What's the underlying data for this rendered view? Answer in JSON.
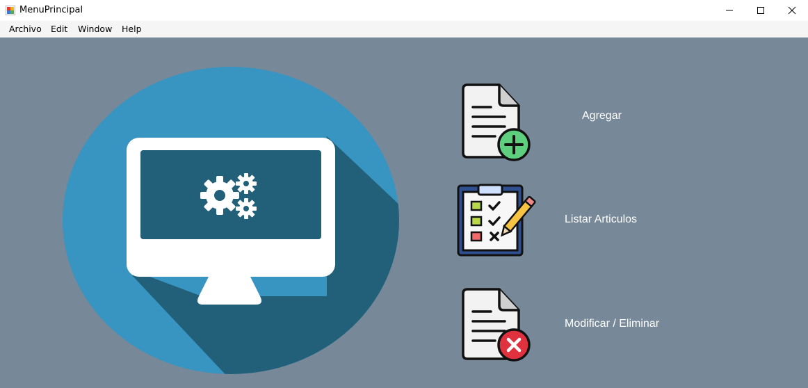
{
  "window": {
    "title": "MenuPrincipal",
    "controls": {
      "minimize": "minimize",
      "maximize": "maximize",
      "close": "close"
    }
  },
  "menu": {
    "items": [
      "Archivo",
      "Edit",
      "Window",
      "Help"
    ]
  },
  "main": {
    "hero_icon": "computer-settings-icon",
    "actions": [
      {
        "label": "Agregar",
        "icon": "document-add-icon"
      },
      {
        "label": "Listar Articulos",
        "icon": "checklist-icon"
      },
      {
        "label": "Modificar / Eliminar",
        "icon": "document-remove-icon"
      }
    ]
  },
  "colors": {
    "background": "#778899",
    "circle": "#3894c1",
    "shadow": "#226079",
    "monitor": "#ffffff",
    "screen": "#226079",
    "add_green": "#5ecf7f",
    "delete_red": "#e0313f"
  }
}
